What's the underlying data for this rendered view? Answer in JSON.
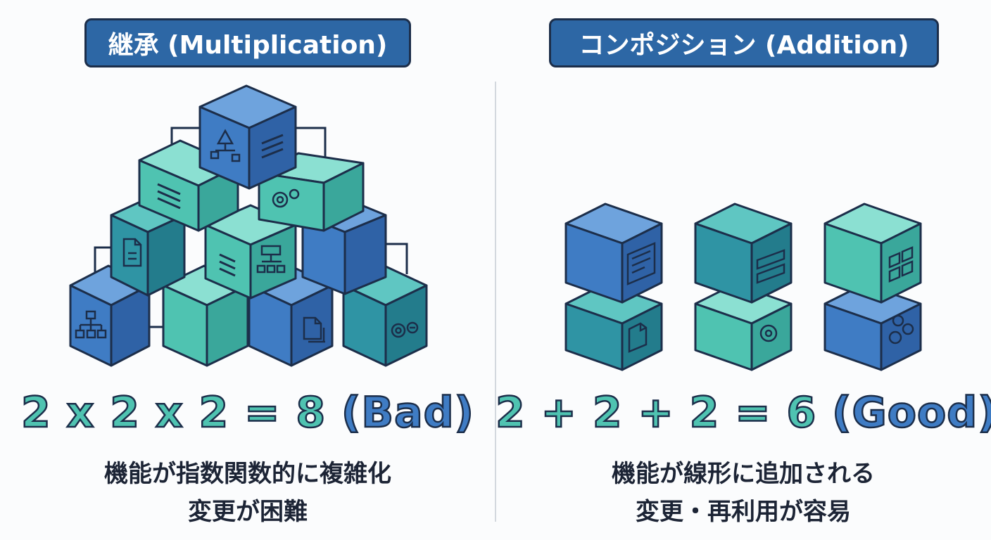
{
  "left": {
    "title": "継承 (Multiplication)",
    "equation": {
      "n1": "2",
      "op1": "x",
      "n2": "2",
      "op2": "x",
      "n3": "2",
      "eq": "=",
      "result": "8",
      "note": "(Bad)"
    },
    "caption_line1": "機能が指数関数的に複雑化",
    "caption_line2": "変更が困難"
  },
  "right": {
    "title": "コンポジション (Addition)",
    "equation": {
      "n1": "2",
      "op1": "+",
      "n2": "2",
      "op2": "+",
      "n3": "2",
      "eq": "=",
      "result": "6",
      "note": "(Good)"
    },
    "caption_line1": "機能が線形に追加される",
    "caption_line2": "変更・再利用が容易"
  },
  "colors": {
    "blue": "#3f7cc4",
    "teal": "#2f94a4",
    "green": "#4fc3b1",
    "outline": "#1c2e4a",
    "badge": "#2d67a5"
  },
  "icons": {
    "left_stack": [
      "hierarchy-icon",
      "document-icon",
      "flowchart-icon",
      "gear-icon",
      "text-lines-icon",
      "file-icon",
      "gears-icon"
    ],
    "right_stacks": [
      "text-lines-icon",
      "file-icon",
      "bars-icon",
      "gear-icon",
      "grid-icon",
      "gears-icon"
    ]
  }
}
